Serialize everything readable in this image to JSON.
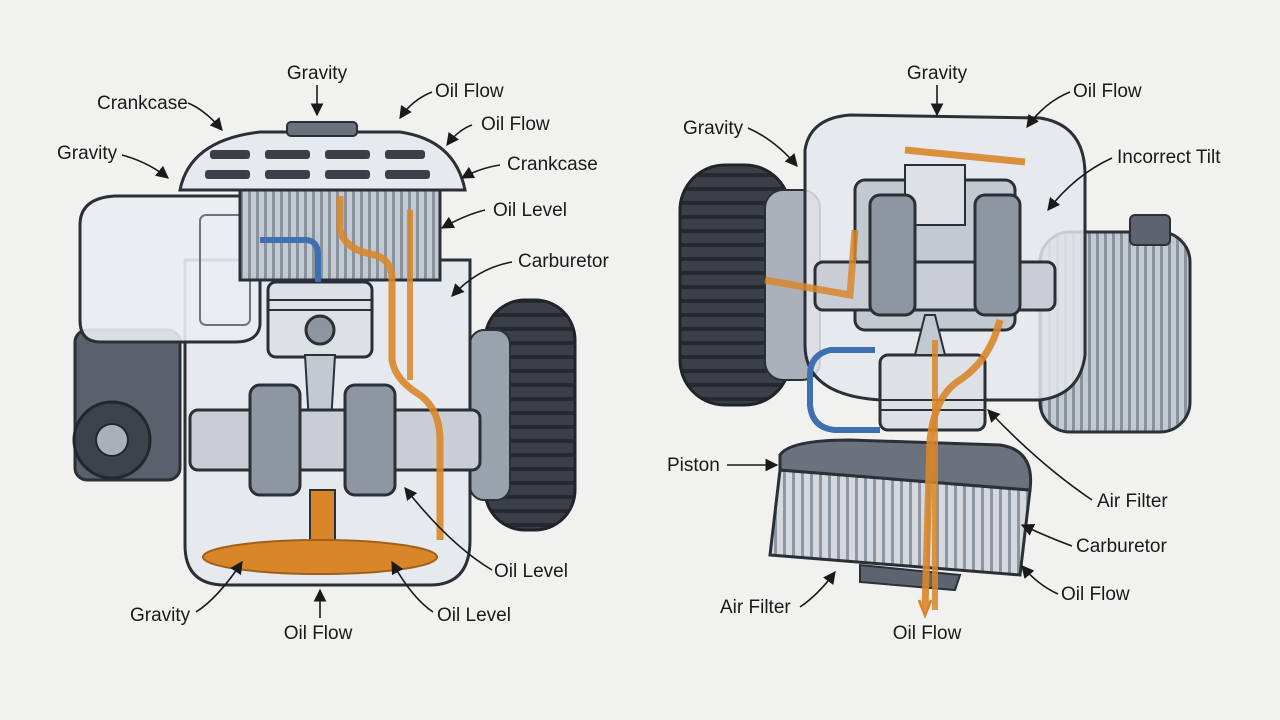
{
  "colors": {
    "background": "#f1f1f0",
    "outline": "#2b2f36",
    "metal": "#c9ced6",
    "dark_metal": "#5d6470",
    "housing": "#e6eaee",
    "oil": "#d9862a",
    "oil_line_blue": "#3e6fb0",
    "tire": "#3b4048"
  },
  "left_diagram": {
    "labels": {
      "gravity_top": "Gravity",
      "oil_flow_top": "Oil Flow",
      "crankcase_left": "Crankcase",
      "oil_flow_second": "Oil Flow",
      "gravity_left": "Gravity",
      "crankcase_right": "Crankcase",
      "oil_level_upper": "Oil Level",
      "carburetor": "Carburetor",
      "oil_level_middle": "Oil Level",
      "gravity_bottom": "Gravity",
      "oil_level_bottom": "Oil Level",
      "oil_flow_bottom": "Oil Flow"
    }
  },
  "right_diagram": {
    "labels": {
      "gravity_top": "Gravity",
      "oil_flow_top": "Oil Flow",
      "gravity_left": "Gravity",
      "incorrect_tilt": "Incorrect Tilt",
      "piston": "Piston",
      "air_filter_right": "Air Filter",
      "carburetor": "Carburetor",
      "oil_flow_right": "Oil Flow",
      "air_filter_bottom": "Air Filter",
      "oil_flow_bottom": "Oil Flow"
    }
  }
}
